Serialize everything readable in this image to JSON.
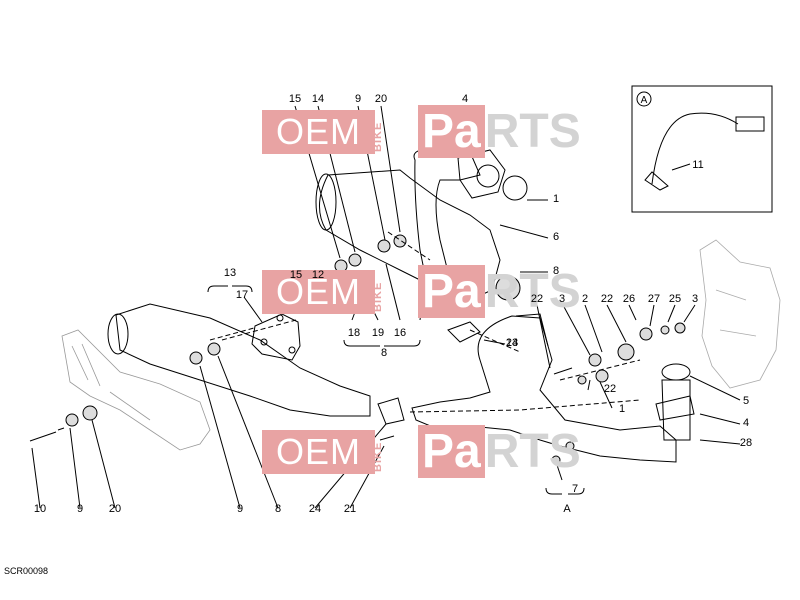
{
  "diagram": {
    "code": "SCR00098",
    "detail_marker": "A",
    "watermark": {
      "oem": "OEM",
      "bike": "BIKE",
      "parts_highlight": "Pa",
      "parts_rest": "RTS"
    },
    "callouts": [
      "15",
      "14",
      "9",
      "20",
      "4",
      "1",
      "6",
      "8",
      "14",
      "15",
      "12",
      "13",
      "17",
      "18",
      "19",
      "16",
      "8",
      "23",
      "22",
      "3",
      "2",
      "22",
      "26",
      "27",
      "25",
      "3",
      "22",
      "1",
      "5",
      "4",
      "28",
      "11",
      "10",
      "9",
      "20",
      "9",
      "8",
      "24",
      "21",
      "7",
      "A"
    ]
  }
}
